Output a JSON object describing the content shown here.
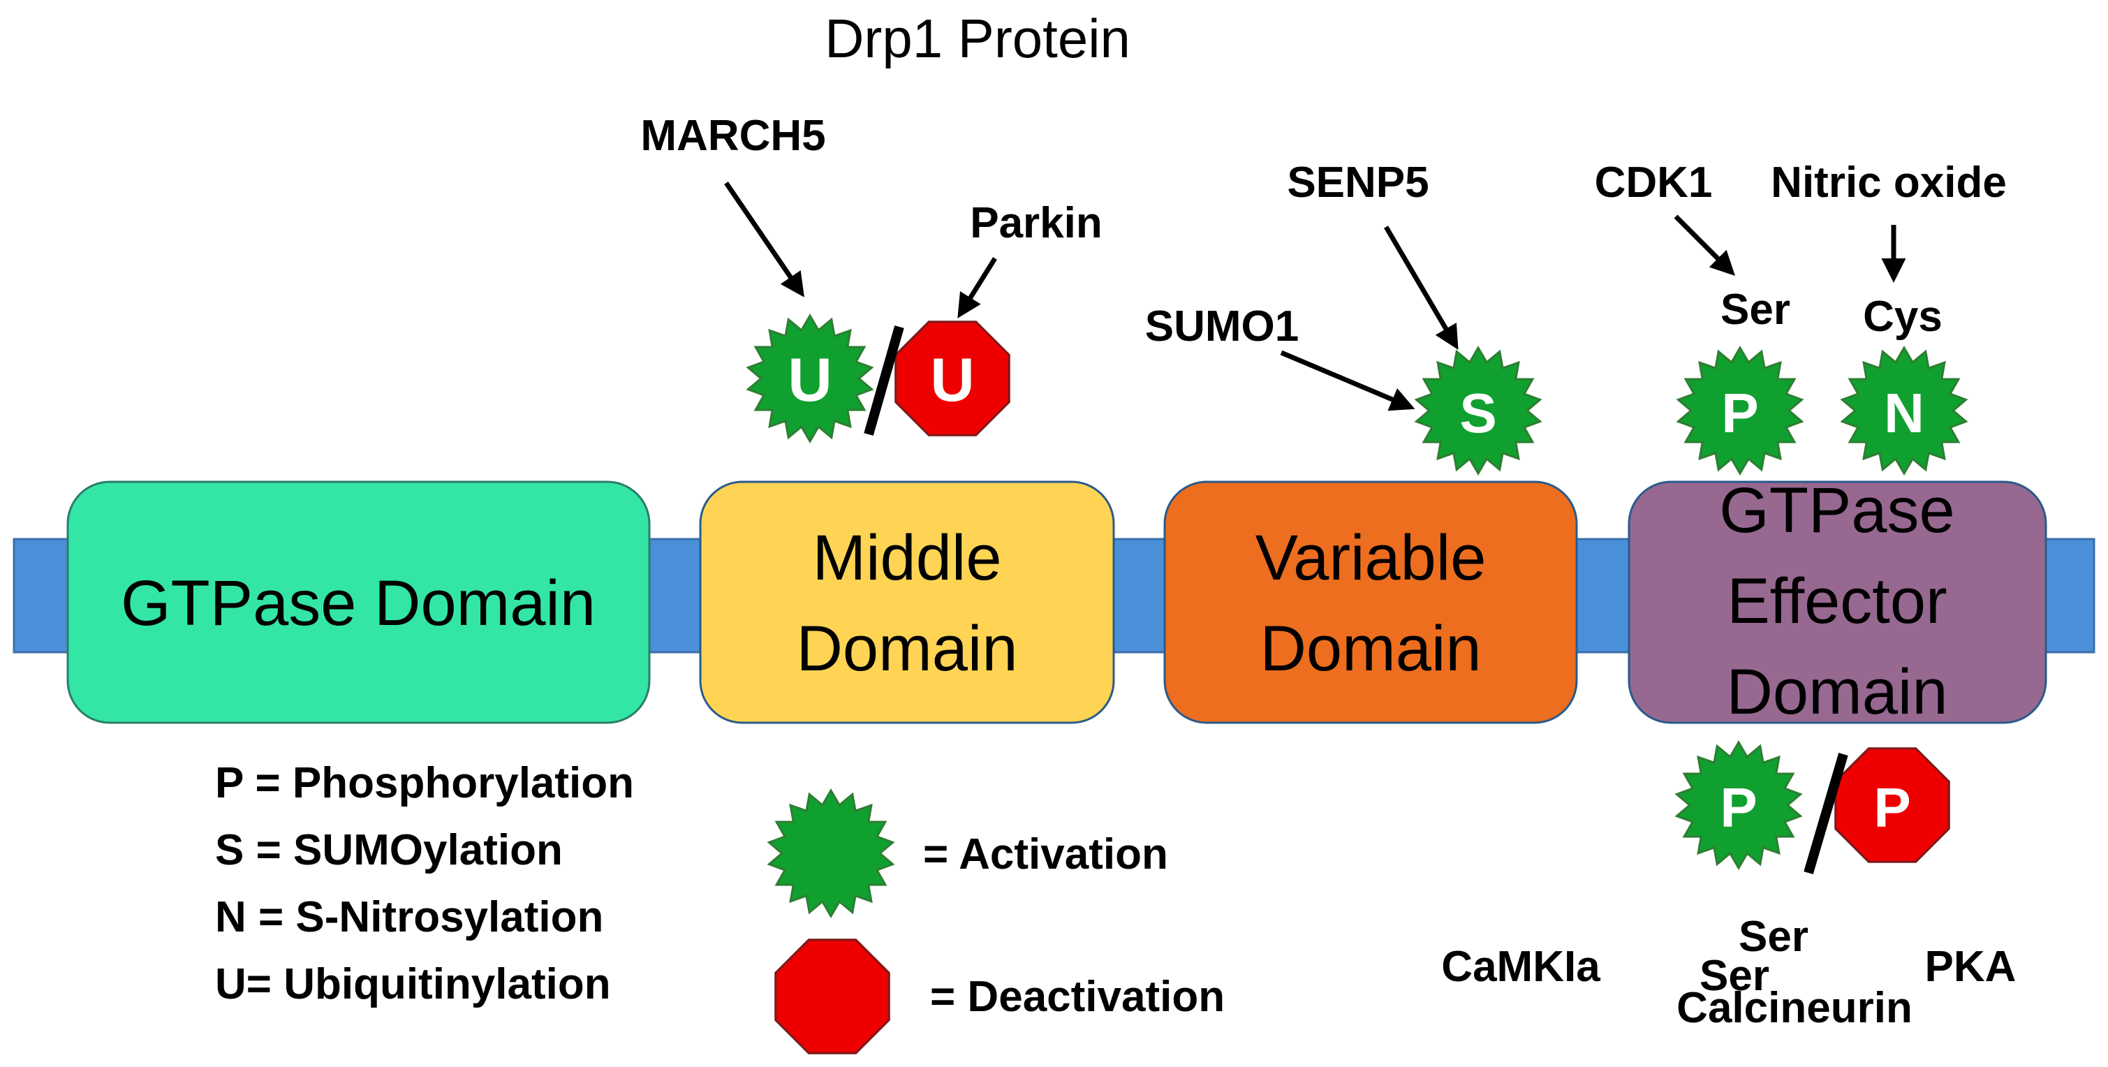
{
  "title": "Drp1 Protein",
  "domains": [
    {
      "label_lines": [
        "GTPase Domain"
      ],
      "color": "#33E6A6"
    },
    {
      "label_lines": [
        "Middle",
        "Domain"
      ],
      "color": "#FFD455"
    },
    {
      "label_lines": [
        "Variable",
        "Domain"
      ],
      "color": "#EC6E1E"
    },
    {
      "label_lines": [
        "GTPase",
        "Effector",
        "Domain"
      ],
      "color": "#976890"
    }
  ],
  "backbone_color": "#4A90D9",
  "markers": {
    "ubiquitin_activate": "U",
    "ubiquitin_deactivate": "U",
    "sumo": "S",
    "phospho_top": "P",
    "nitro": "N",
    "phospho_bottom_activate": "P",
    "phospho_bottom_deactivate": "P"
  },
  "regulators": {
    "march5": "MARCH5",
    "parkin": "Parkin",
    "senp5": "SENP5",
    "sumo1": "SUMO1",
    "cdk1": "CDK1",
    "nitric_oxide": "Nitric oxide",
    "ser_top": "Ser",
    "cys": "Cys",
    "camkia": "CaMKIa",
    "ser_bottom_1": "Ser",
    "ser_bottom_2": "Ser",
    "calcineurin": "Calcineurin",
    "pka": "PKA"
  },
  "legend": {
    "abbreviations": [
      "P = Phosphorylation",
      "S = SUMOylation",
      "N = S-Nitrosylation",
      "U= Ubiquitinylation"
    ],
    "activation": "= Activation",
    "deactivation": "= Deactivation"
  },
  "colors": {
    "activation_green": "#10A030",
    "activation_stroke": "#2E7D32",
    "deactivation_red": "#EE0000",
    "deactivation_stroke": "#7A1A1A"
  }
}
